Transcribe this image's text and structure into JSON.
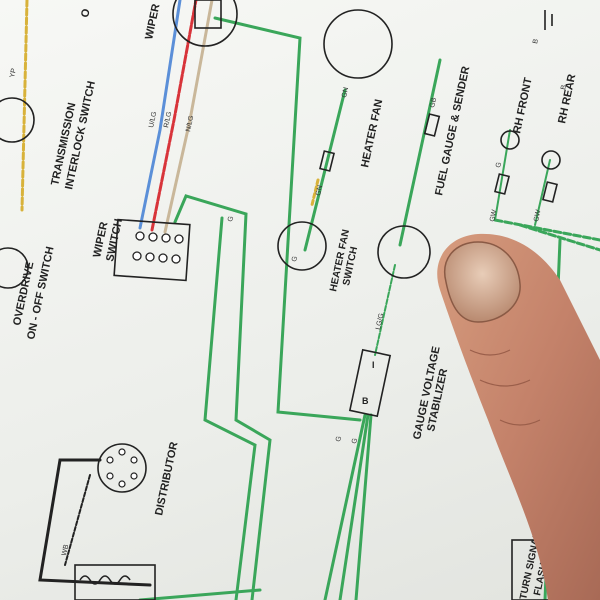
{
  "labels": {
    "transmission_switch": [
      "TRANSMISSION",
      "INTERLOCK SWITCH"
    ],
    "overdrive_switch": [
      "OVERDRIVE",
      "ON - OFF SWITCH"
    ],
    "distributor": "DISTRIBUTOR",
    "wiper_switch": [
      "WIPER",
      "SWITCH"
    ],
    "wiper_top": "WIPER",
    "heater_fan": "HEATER FAN",
    "heater_fan_switch": [
      "HEATER FAN",
      "SWITCH"
    ],
    "gauge_voltage_stabilizer": [
      "GAUGE VOLTAGE",
      "STABILIZER"
    ],
    "fuel_gauge_sender": "FUEL GAUGE & SENDER",
    "rh_front": "RH FRONT",
    "rh_rear": "RH REAR",
    "turn_signal_flasher": [
      "TURN SIGNAL",
      "FLASHER"
    ],
    "top_left_fragment": "O"
  },
  "wire_codes": {
    "yp": "YP",
    "ulg": "U/LG",
    "rlg": "R/LG",
    "nlg": "N/LG",
    "gn_1": "GN",
    "gn_2": "GN",
    "gb": "GB",
    "g_1": "G",
    "g_2": "G",
    "g_3": "G",
    "g_4": "G",
    "g_5": "G",
    "lgg": "LG/G",
    "wb": "WB",
    "b_1": "B",
    "b_2": "B",
    "b_terminal": "B",
    "i_terminal": "I",
    "gw_1": "GW",
    "gw_2": "GW"
  },
  "colors": {
    "green_wire": "#3aa65a",
    "blue_wire": "#5b8fd8",
    "red_wire": "#d8343a",
    "tan_wire": "#c9b79a",
    "yellow_wire": "#d8b23a",
    "black_wire": "#222222",
    "skin": "#c88a6e"
  }
}
